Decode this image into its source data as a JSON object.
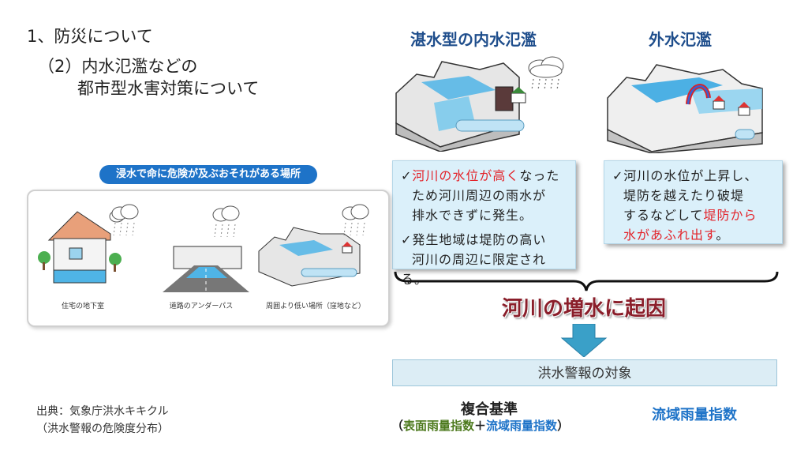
{
  "title": {
    "line1": "1、防災について",
    "line2": "（2）内水氾濫などの",
    "line3": "都市型水害対策について"
  },
  "left_panel": {
    "pill": "浸水で命に危険が及ぶおそれがある場所",
    "captions": [
      "住宅の地下室",
      "道路のアンダーパス",
      "周囲より低い場所（窪地など）"
    ]
  },
  "types": {
    "naisui": {
      "header": "湛水型の内水氾濫",
      "b1_check": "✓",
      "b1_red": "河川の水位が高く",
      "b1_rest1": "なった",
      "b1_line2": "ため河川周辺の雨水が",
      "b1_line3": "排水できずに発生。",
      "b2_check": "✓",
      "b2_line1": "発生地域は堤防の高い",
      "b2_line2": "河川の周辺に限定される。"
    },
    "gaisui": {
      "header": "外水氾濫",
      "check": "✓",
      "line1": "河川の水位が上昇し、",
      "line2": "堤防を越えたり破堤",
      "line3a": "するなどして",
      "line3_red": "堤防から",
      "line4_red": "水があふれ出す",
      "line4_end": "。"
    }
  },
  "cause": "河川の増水に起因",
  "warning_target": "洪水警報の対象",
  "composite": {
    "title": "複合基準",
    "open": "（",
    "green": "表面雨量指数",
    "plus": "＋",
    "blue": "流域雨量指数",
    "close": "）"
  },
  "basin_index": "流域雨量指数",
  "source": {
    "line1": "出典：気象庁洪水キキクル",
    "line2": "（洪水警報の危険度分布）"
  },
  "colors": {
    "header_blue": "#1f4e8c",
    "red": "#e3242b",
    "cause": "#8a1e2a",
    "arrow": "#3aa0c8",
    "accent_blue": "#1e73c8",
    "green": "#4d7a1e"
  }
}
